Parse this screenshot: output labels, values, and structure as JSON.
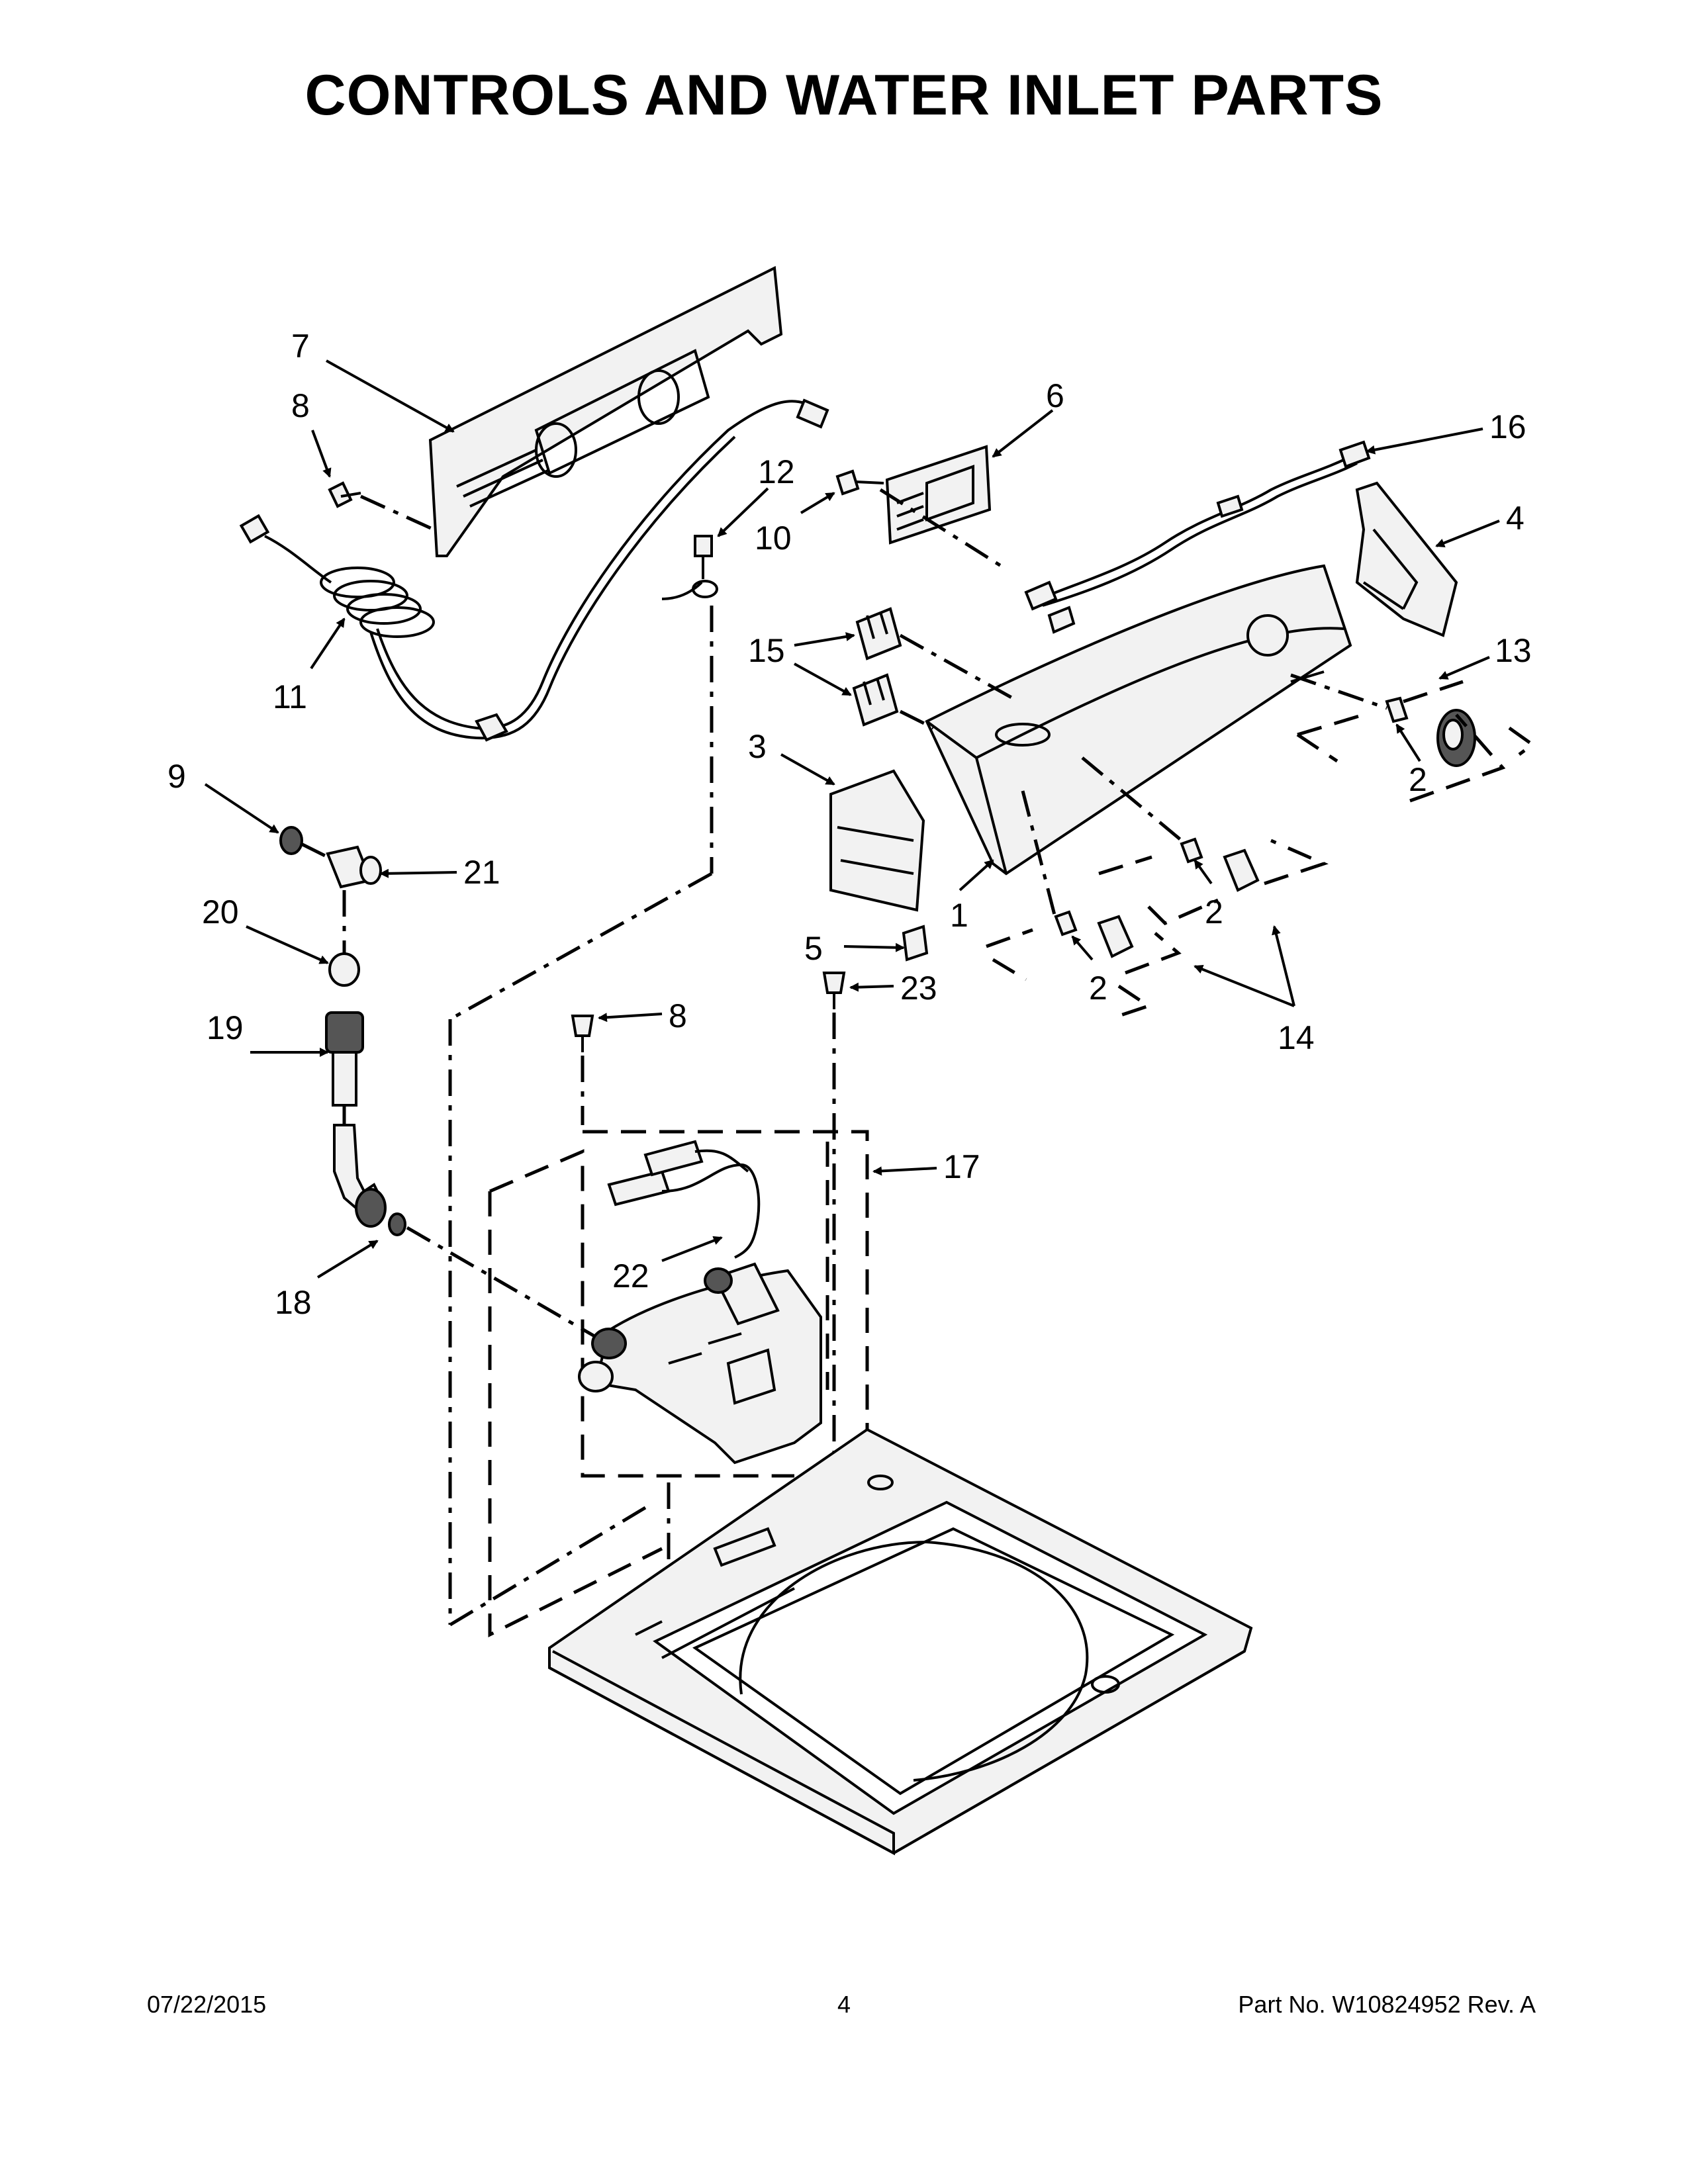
{
  "page": {
    "title": "CONTROLS AND WATER INLET PARTS",
    "footer_date": "07/22/2015",
    "footer_page": "4",
    "footer_part": "Part No.  W10824952  Rev.  A"
  },
  "callouts": {
    "c1": "1",
    "c2a": "2",
    "c2b": "2",
    "c2c": "2",
    "c3": "3",
    "c4": "4",
    "c5": "5",
    "c6": "6",
    "c7": "7",
    "c8a": "8",
    "c8b": "8",
    "c9": "9",
    "c10": "10",
    "c11": "11",
    "c12": "12",
    "c13": "13",
    "c14": "14",
    "c15": "15",
    "c16": "16",
    "c17": "17",
    "c18": "18",
    "c19": "19",
    "c20": "20",
    "c21": "21",
    "c22": "22",
    "c23": "23"
  }
}
